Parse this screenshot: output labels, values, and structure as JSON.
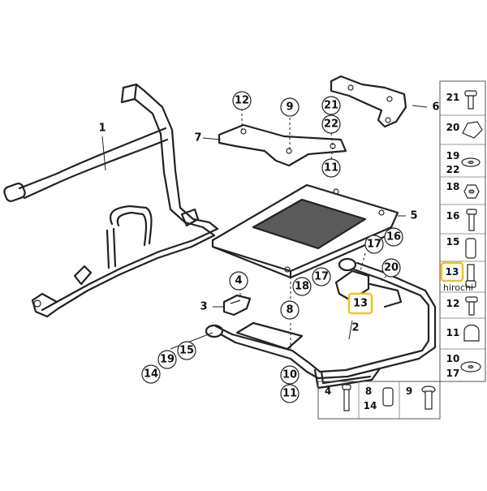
{
  "diagram": {
    "watermark": "hirochi",
    "main_labels": [
      {
        "id": "l1",
        "text": "1"
      },
      {
        "id": "l2",
        "text": "2"
      },
      {
        "id": "l3",
        "text": "3"
      },
      {
        "id": "l5",
        "text": "5"
      },
      {
        "id": "l6",
        "text": "6"
      },
      {
        "id": "l7",
        "text": "7"
      }
    ],
    "callouts": [
      {
        "id": "c12a",
        "text": "12"
      },
      {
        "id": "c9a",
        "text": "9"
      },
      {
        "id": "c21a",
        "text": "21"
      },
      {
        "id": "c22a",
        "text": "22"
      },
      {
        "id": "c11a",
        "text": "11"
      },
      {
        "id": "c17a",
        "text": "17"
      },
      {
        "id": "c16a",
        "text": "16"
      },
      {
        "id": "c17b",
        "text": "17"
      },
      {
        "id": "c18a",
        "text": "18"
      },
      {
        "id": "c20a",
        "text": "20"
      },
      {
        "id": "c4a",
        "text": "4"
      },
      {
        "id": "c8a",
        "text": "8"
      },
      {
        "id": "c15a",
        "text": "15"
      },
      {
        "id": "c19a",
        "text": "19"
      },
      {
        "id": "c14a",
        "text": "14"
      },
      {
        "id": "c10a",
        "text": "10"
      },
      {
        "id": "c11b",
        "text": "11"
      }
    ],
    "highlight_label": "13",
    "sidebar_labels": [
      "21",
      "20",
      "19",
      "22",
      "18",
      "16",
      "15",
      "13",
      "12",
      "11",
      "10",
      "17"
    ],
    "bottom_grid": {
      "cell1": [
        "4"
      ],
      "cell2": [
        "8",
        "14"
      ],
      "cell3": [
        "9"
      ]
    }
  }
}
